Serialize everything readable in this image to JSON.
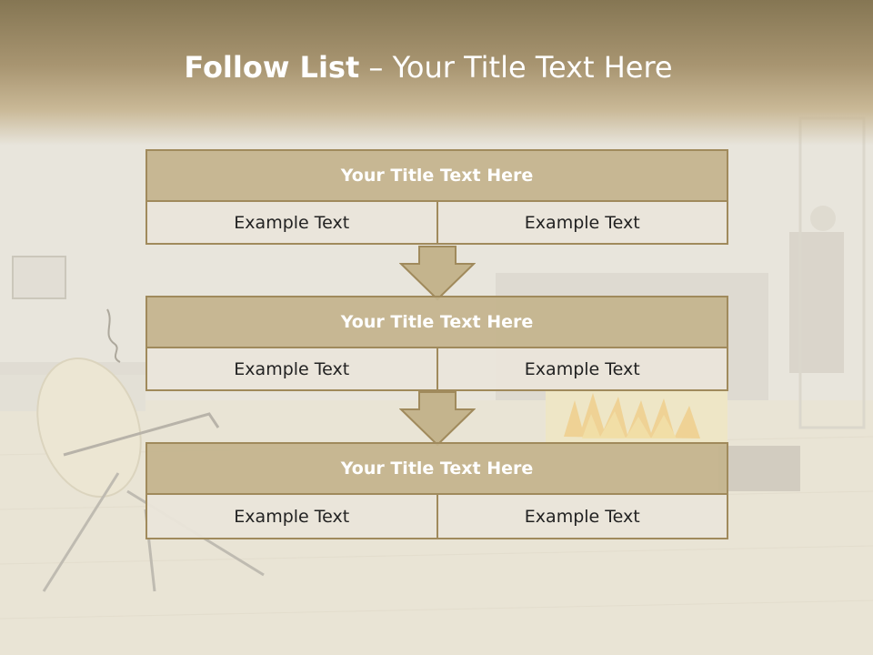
{
  "slide": {
    "title_bold": "Follow List",
    "title_rest": " – Your Title Text Here"
  },
  "blocks": [
    {
      "title": "Your Title Text Here",
      "left": "Example Text",
      "right": "Example Text"
    },
    {
      "title": "Your Title Text Here",
      "left": "Example Text",
      "right": "Example Text"
    },
    {
      "title": "Your Title Text Here",
      "left": "Example Text",
      "right": "Example Text"
    }
  ],
  "colors": {
    "title_band": "#a89571",
    "header_fill": "#c4b48d",
    "border": "#a08a5c",
    "cell_fill": "#eae5da"
  },
  "icons": [
    "down-arrow-icon",
    "down-arrow-icon"
  ]
}
